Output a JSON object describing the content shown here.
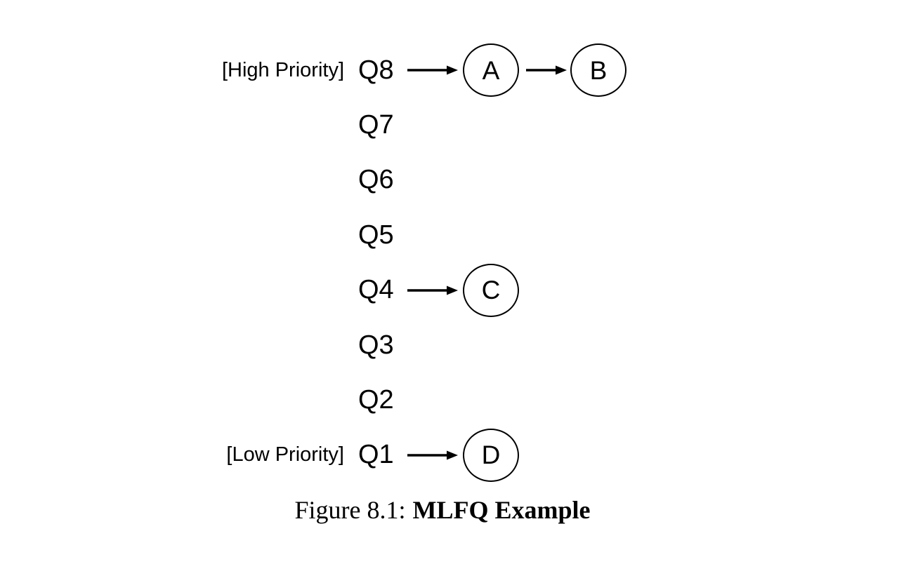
{
  "figure": {
    "caption_prefix": "Figure 8.1:",
    "caption_title": "MLFQ Example"
  },
  "diagram": {
    "type": "multi-level-feedback-queue",
    "colors": {
      "ink": "#000000",
      "background": "#ffffff"
    },
    "rows": [
      {
        "queue": "Q8",
        "side_label": "[High Priority]",
        "nodes": [
          "A",
          "B"
        ]
      },
      {
        "queue": "Q7",
        "side_label": "",
        "nodes": []
      },
      {
        "queue": "Q6",
        "side_label": "",
        "nodes": []
      },
      {
        "queue": "Q5",
        "side_label": "",
        "nodes": []
      },
      {
        "queue": "Q4",
        "side_label": "",
        "nodes": [
          "C"
        ]
      },
      {
        "queue": "Q3",
        "side_label": "",
        "nodes": []
      },
      {
        "queue": "Q2",
        "side_label": "",
        "nodes": []
      },
      {
        "queue": "Q1",
        "side_label": "[Low Priority]",
        "nodes": [
          "D"
        ]
      }
    ]
  }
}
